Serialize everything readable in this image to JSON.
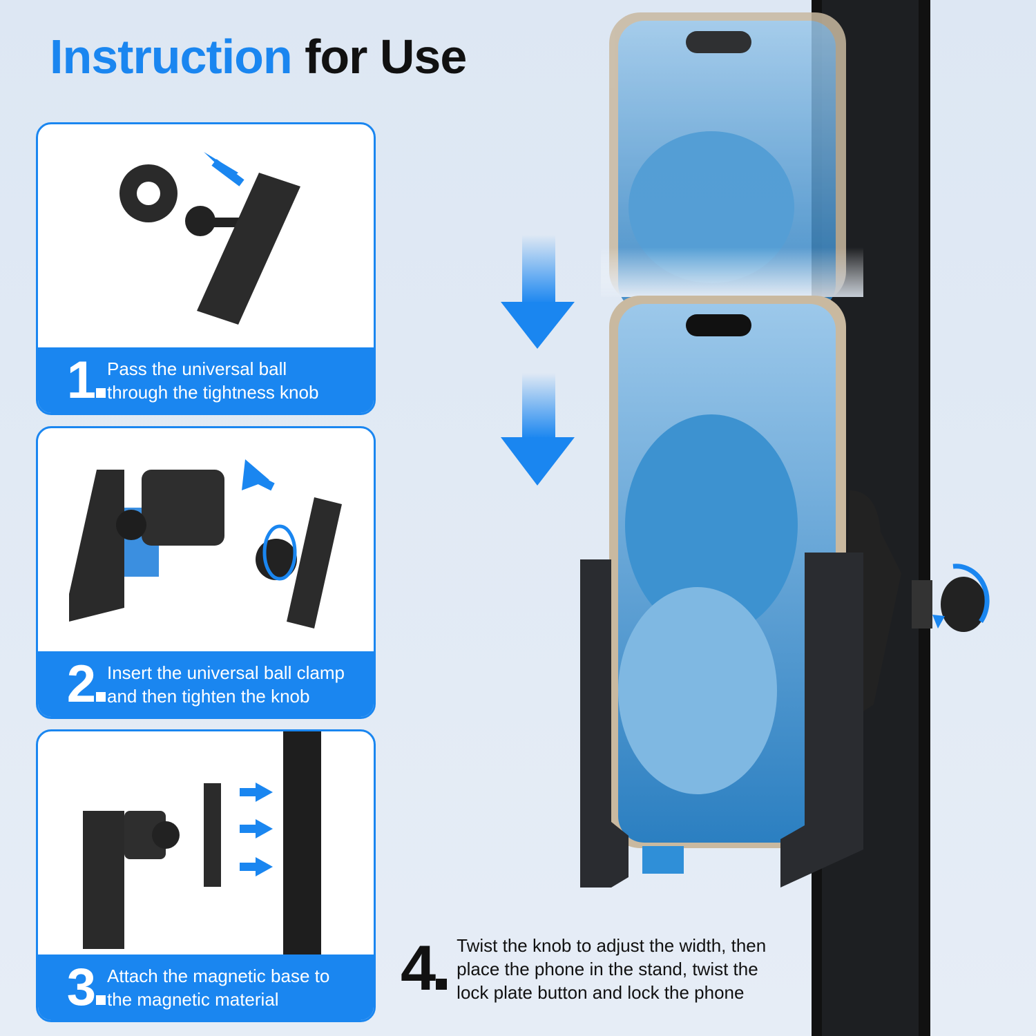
{
  "title": {
    "highlight": "Instruction",
    "rest": "for Use"
  },
  "steps": [
    {
      "number": "1",
      "line1": "Pass the universal ball",
      "line2": "through the tightness knob"
    },
    {
      "number": "2",
      "line1": "Insert the universal ball clamp",
      "line2": "and then tighten the knob"
    },
    {
      "number": "3",
      "line1": "Attach the magnetic base to",
      "line2": "the magnetic material"
    },
    {
      "number": "4",
      "line1": "Twist the knob to adjust the width, then",
      "line2": "place the phone in the stand, twist the",
      "line3": "lock plate button and lock the phone"
    }
  ],
  "colors": {
    "accent": "#1a86f0",
    "background": "#dfe8f3"
  }
}
